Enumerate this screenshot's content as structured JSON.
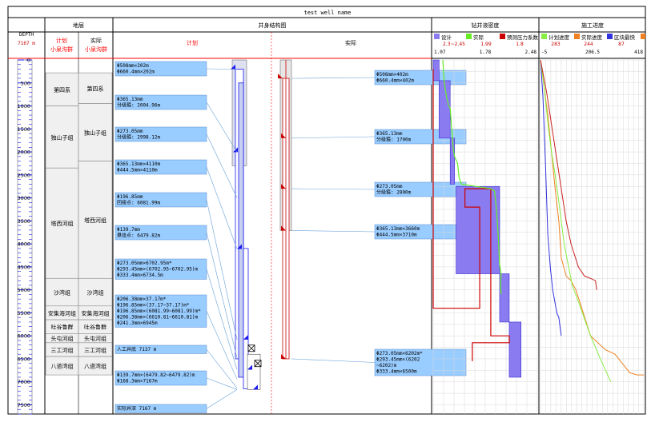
{
  "title": "test well name",
  "depth_column": {
    "label": "DEPTH",
    "value": "7167 m",
    "ticks": [
      0,
      500,
      1000,
      1500,
      2000,
      2500,
      3000,
      3500,
      4000,
      4500,
      5000,
      5500,
      6000,
      6500,
      7000,
      7500
    ]
  },
  "strata": {
    "header": "地层",
    "plan_label": "计划",
    "actual_label": "实际",
    "plan_top": "小泉沟群",
    "actual_top": "小泉沟群",
    "plan": [
      {
        "name": "第四系",
        "top": 280,
        "bottom": 1000
      },
      {
        "name": "独山子组",
        "top": 1000,
        "bottom": 2350
      },
      {
        "name": "塔西河组",
        "top": 2350,
        "bottom": 4750
      },
      {
        "name": "沙湾组",
        "top": 4750,
        "bottom": 5350
      },
      {
        "name": "安集海河组",
        "top": 5350,
        "bottom": 5650
      },
      {
        "name": "吐谷鲁群",
        "top": 5650,
        "bottom": 5950
      },
      {
        "name": "头屯河组",
        "top": 5950,
        "bottom": 6150
      },
      {
        "name": "三工河组",
        "top": 6150,
        "bottom": 6450
      },
      {
        "name": "八道湾组",
        "top": 6450,
        "bottom": 6850
      }
    ],
    "actual": [
      {
        "name": "第四系",
        "top": 280,
        "bottom": 950
      },
      {
        "name": "独山子组",
        "top": 950,
        "bottom": 2200
      },
      {
        "name": "塔西河组",
        "top": 2200,
        "bottom": 4750
      },
      {
        "name": "沙湾组",
        "top": 4750,
        "bottom": 5350
      },
      {
        "name": "安集海河组",
        "top": 5350,
        "bottom": 5650
      },
      {
        "name": "吐谷鲁群",
        "top": 5650,
        "bottom": 5950
      },
      {
        "name": "头屯河组",
        "top": 5950,
        "bottom": 6150
      },
      {
        "name": "三工河组",
        "top": 6150,
        "bottom": 6450
      },
      {
        "name": "八道湾组",
        "top": 6450,
        "bottom": 6850
      }
    ]
  },
  "structure": {
    "header": "井身结构图",
    "plan_label": "计划",
    "actual_label": "实际",
    "plan_labels": [
      {
        "lines": [
          "Φ508mm×202m",
          "Φ660.4mm×202m"
        ],
        "depth": 202
      },
      {
        "lines": [
          "Φ365.13mm",
          "分级箍: 2004.96m"
        ],
        "depth": 2005
      },
      {
        "lines": [
          "Φ273.05mm",
          "分级箍: 2998.12m"
        ],
        "depth": 2998
      },
      {
        "lines": [
          "Φ365.13mm×4110m",
          "Φ444.5mm×4110m"
        ],
        "depth": 4110
      },
      {
        "lines": [
          "Φ196.85mm",
          "回接点: 6081.99m"
        ],
        "depth": 6082
      },
      {
        "lines": [
          "Φ139.7mm",
          "悬挂点: 6479.82m"
        ],
        "depth": 6480
      },
      {
        "lines": [
          "Φ273.05mm×6702.95m*",
          "Φ293.45mm×(6702.95~6702.95)m",
          "Φ333.4mm×6734.5m"
        ],
        "depth": 6735
      },
      {
        "lines": [
          "Φ206.38mm×37.17m*",
          "Φ196.85mm×(37.17~37.17)m*",
          "Φ196.85mm×(6081.99~6081.99)m*",
          "Φ206.38mm×(6610.81~6610.81)m",
          "Φ241.3mm×6945m"
        ],
        "depth": 6945
      },
      {
        "lines": [
          "人工井底 7137 m"
        ],
        "depth": 7137
      },
      {
        "lines": [
          "Φ139.7mm×(6479.82~6479.82)m",
          "Φ168.3mm×7167m"
        ],
        "depth": 7167
      },
      {
        "lines": [
          "实际井深 7167 m"
        ],
        "depth": 7167
      }
    ],
    "actual_labels": [
      {
        "lines": [
          "Φ508mm×402m",
          "Φ660.4mm×402m"
        ],
        "depth": 402
      },
      {
        "lines": [
          "Φ365.13mm",
          "分级箍: 1700m"
        ],
        "depth": 1700
      },
      {
        "lines": [
          "Φ273.05mm",
          "分级箍: 2800m"
        ],
        "depth": 2800
      },
      {
        "lines": [
          "Φ365.13mm×3660m",
          "Φ444.5mm×3710m"
        ],
        "depth": 3710
      },
      {
        "lines": [
          "Φ273.05mm×6202m*",
          "Φ293.45mm×(6202",
          "~6202)m",
          "Φ333.4mm×6500m"
        ],
        "depth": 6500
      }
    ]
  },
  "colors": {
    "border": "#000000",
    "plan_red": "#ff0000",
    "label_blue": "#99ccff",
    "density_fill": "#8a7cf0",
    "density_edge": "#3b2bd0",
    "actual_green": "#66ee22",
    "pressure_red": "#cc0000",
    "plan_progress_green": "#88ee44",
    "actual_progress_orange": "#f08020",
    "block_blue": "#3333dd",
    "grid": "#d8d8d8"
  },
  "chart_data": [
    {
      "type": "line",
      "title": "钻井液密度",
      "x_ticks": [
        "1.07",
        "1.78",
        "2.48"
      ],
      "xlim": [
        1.07,
        2.48
      ],
      "ylim": [
        0,
        7700
      ],
      "legend": [
        {
          "name": "设计",
          "value": "2.3~2.45",
          "color": "#8a7cf0"
        },
        {
          "name": "实际",
          "value": "1.99",
          "color": "#66ee22"
        },
        {
          "name": "预测压力系数",
          "value": "1.8",
          "color": "#cc0000"
        }
      ],
      "design_bands": [
        {
          "x0": 1.07,
          "x1": 1.15,
          "y0": 0,
          "y1": 450
        },
        {
          "x0": 1.15,
          "x1": 1.3,
          "y0": 450,
          "y1": 1700
        },
        {
          "x0": 1.3,
          "x1": 1.36,
          "y0": 1700,
          "y1": 2700
        },
        {
          "x0": 1.38,
          "x1": 1.97,
          "y0": 2750,
          "y1": 4650
        },
        {
          "x0": 1.97,
          "x1": 2.1,
          "y0": 4650,
          "y1": 5700
        },
        {
          "x0": 2.1,
          "x1": 2.26,
          "y0": 5700,
          "y1": 6900
        }
      ],
      "actual_series": {
        "name": "实际",
        "points": [
          [
            1.2,
            0
          ],
          [
            1.22,
            500
          ],
          [
            1.25,
            800
          ],
          [
            1.28,
            1000
          ],
          [
            1.3,
            1050
          ],
          [
            1.32,
            1500
          ],
          [
            1.33,
            1650
          ],
          [
            1.34,
            1900
          ],
          [
            1.36,
            2100
          ],
          [
            1.4,
            2250
          ],
          [
            1.42,
            2550
          ],
          [
            1.45,
            2700
          ],
          [
            1.85,
            2800
          ],
          [
            1.9,
            2850
          ],
          [
            1.93,
            3300
          ],
          [
            1.95,
            3800
          ],
          [
            1.97,
            4450
          ],
          [
            1.99,
            4650
          ],
          [
            1.98,
            4900
          ],
          [
            1.99,
            5100
          ]
        ]
      },
      "pressure_series": {
        "name": "预测压力系数",
        "points": [
          [
            1.07,
            200
          ],
          [
            1.07,
            5400
          ],
          [
            1.7,
            5400
          ],
          [
            1.7,
            3200
          ],
          [
            1.5,
            3200
          ],
          [
            1.5,
            2800
          ],
          [
            1.85,
            2800
          ],
          [
            1.85,
            6000
          ],
          [
            2.1,
            6000
          ],
          [
            2.1,
            6150
          ],
          [
            1.6,
            6150
          ],
          [
            1.6,
            6550
          ]
        ]
      }
    },
    {
      "type": "line",
      "title": "施工进度",
      "x_ticks": [
        "-5",
        "206.5",
        "418"
      ],
      "xlim": [
        -5,
        418
      ],
      "ylim": [
        0,
        7700
      ],
      "legend": [
        {
          "name": "计划进度",
          "value": "283",
          "color": "#88ee44"
        },
        {
          "name": "实际进度",
          "value": "244",
          "color": "#f08020"
        },
        {
          "name": "区块最快",
          "value": "87",
          "color": "#3333dd"
        },
        {
          "name": "",
          "value": "",
          "color": "#f08020"
        }
      ],
      "series": [
        {
          "name": "区块最快",
          "points": [
            [
              -5,
              0
            ],
            [
              5,
              800
            ],
            [
              10,
              1500
            ],
            [
              15,
              2200
            ],
            [
              20,
              3000
            ],
            [
              25,
              3800
            ],
            [
              35,
              4500
            ],
            [
              45,
              5000
            ],
            [
              55,
              5300
            ],
            [
              62,
              5500
            ],
            [
              70,
              5600
            ],
            [
              80,
              6000
            ]
          ]
        },
        {
          "name": "实际进度",
          "points": [
            [
              -5,
              0
            ],
            [
              10,
              600
            ],
            [
              25,
              1200
            ],
            [
              40,
              2000
            ],
            [
              55,
              2800
            ],
            [
              70,
              3500
            ],
            [
              80,
              4300
            ],
            [
              100,
              4700
            ],
            [
              120,
              4800
            ],
            [
              140,
              5000
            ],
            [
              170,
              5500
            ],
            [
              200,
              6000
            ],
            [
              260,
              6300
            ],
            [
              300,
              6400
            ],
            [
              330,
              6600
            ],
            [
              360,
              6800
            ],
            [
              390,
              6850
            ],
            [
              418,
              6850
            ]
          ]
        },
        {
          "name": "计划进度",
          "points": [
            [
              -5,
              0
            ],
            [
              8,
              500
            ],
            [
              18,
              1000
            ],
            [
              28,
              1500
            ],
            [
              40,
              2000
            ],
            [
              55,
              2500
            ],
            [
              68,
              3000
            ],
            [
              80,
              3500
            ],
            [
              92,
              4000
            ],
            [
              110,
              4500
            ],
            [
              125,
              4900
            ],
            [
              160,
              5400
            ],
            [
              200,
              6000
            ],
            [
              240,
              6500
            ],
            [
              283,
              7000
            ]
          ]
        },
        {
          "name": "",
          "points": [
            [
              -5,
              0
            ],
            [
              20,
              700
            ],
            [
              40,
              1400
            ],
            [
              60,
              2100
            ],
            [
              80,
              2800
            ],
            [
              100,
              3500
            ],
            [
              120,
              4000
            ],
            [
              150,
              4500
            ],
            [
              175,
              4700
            ],
            [
              200,
              4750
            ],
            [
              220,
              4800
            ],
            [
              225,
              5000
            ]
          ]
        }
      ]
    }
  ]
}
